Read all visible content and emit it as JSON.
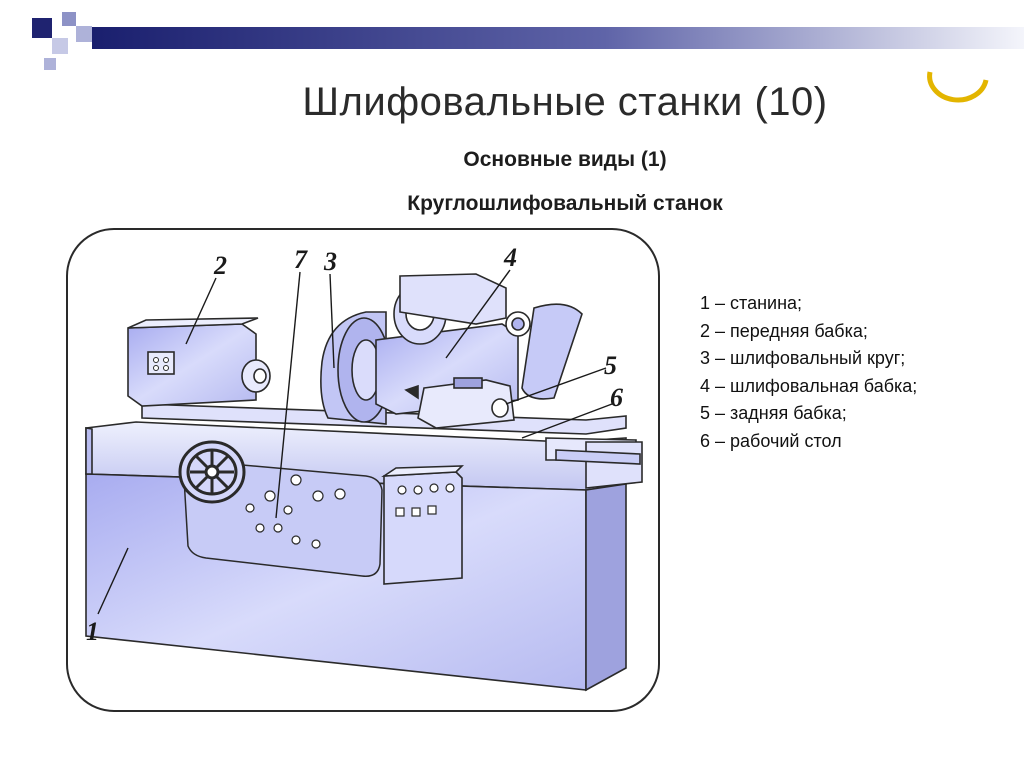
{
  "slide": {
    "title": "Шлифовальные станки (10)",
    "subtitle": "Основные виды (1)",
    "heading": "Круглошлифовальный станок"
  },
  "diagram": {
    "callouts": [
      "1",
      "2",
      "3",
      "4",
      "5",
      "6",
      "7"
    ],
    "legend": [
      "1 – станина;",
      "2 – передняя бабка;",
      "3 – шлифовальный круг;",
      "4 – шлифовальная бабка;",
      "5 – задняя бабка;",
      "6 – рабочий стол"
    ]
  },
  "colors": {
    "banner_dark": "#1a1f6e",
    "banner_light": "#c9cce6",
    "machine_fill": "#c8ccf2",
    "machine_light": "#e8eafc",
    "machine_shade": "#a9addf",
    "outline": "#2a2a2a",
    "accent_ring": "#e3b500"
  }
}
